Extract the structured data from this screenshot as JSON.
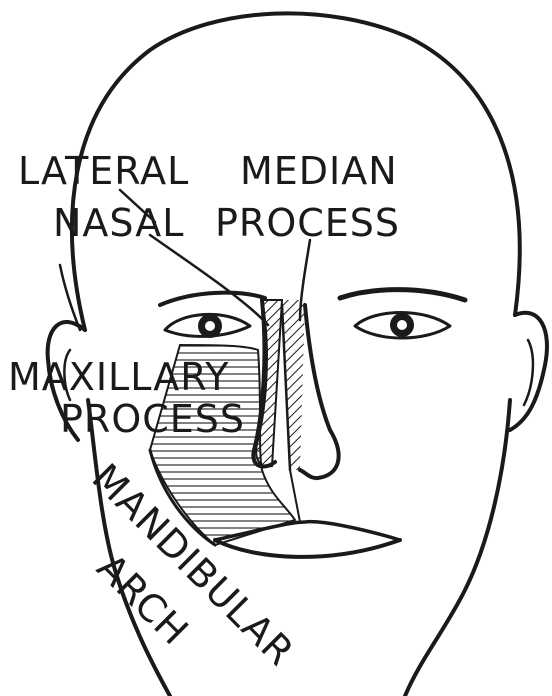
{
  "labels": {
    "lateral": "LATERAL",
    "nasal": "NASAL",
    "median": "MEDIAN",
    "process_top": "PROCESS",
    "maxillary": "MAXILLARY",
    "process_left": "PROCESS",
    "mandibular": "MANDIBULAR",
    "arch": "ARCH"
  },
  "colors": {
    "ink": "#1a1a1a",
    "paper": "#ffffff"
  }
}
